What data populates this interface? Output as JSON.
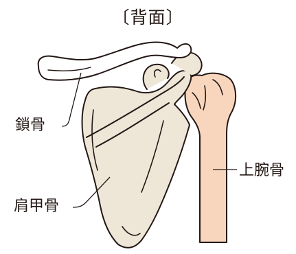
{
  "title": "〔背面〕",
  "labels": {
    "clavicle": "鎖骨",
    "scapula": "肩甲骨",
    "humerus": "上腕骨"
  },
  "colors": {
    "scapula_fill": "#eee6d7",
    "humerus_fill": "#f8d6bd",
    "outline": "#231815",
    "background": "#ffffff"
  }
}
